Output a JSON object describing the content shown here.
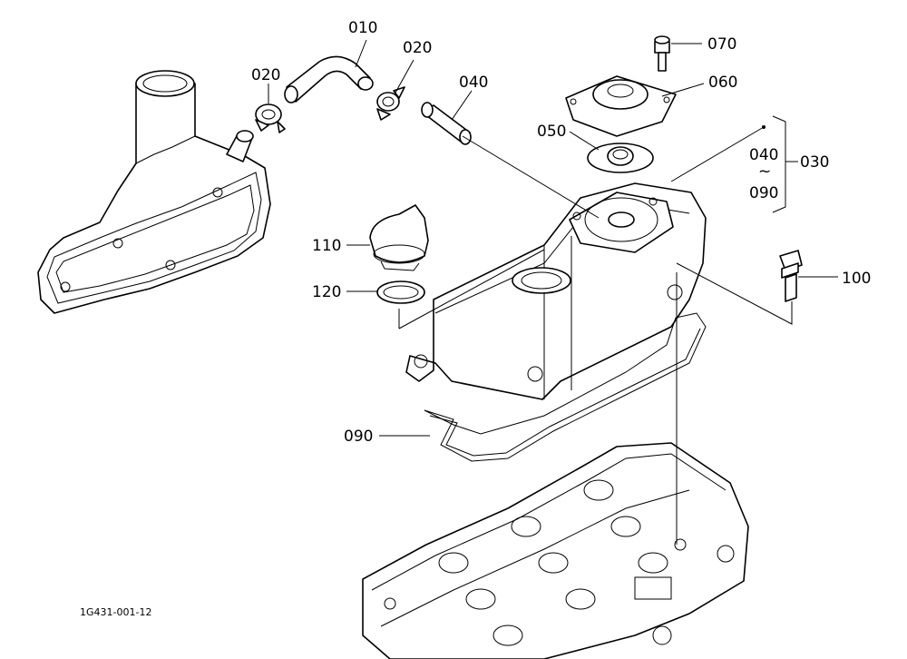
{
  "labels": {
    "p010": "010",
    "p020a": "020",
    "p020b": "020",
    "p040": "040",
    "p070": "070",
    "p060": "060",
    "p050": "050",
    "p040_range": "040",
    "p_tilde": "~",
    "p090_range": "090",
    "p030": "030",
    "p110": "110",
    "p120": "120",
    "p100": "100",
    "p090": "090"
  },
  "figure_id": "1G431-001-12"
}
